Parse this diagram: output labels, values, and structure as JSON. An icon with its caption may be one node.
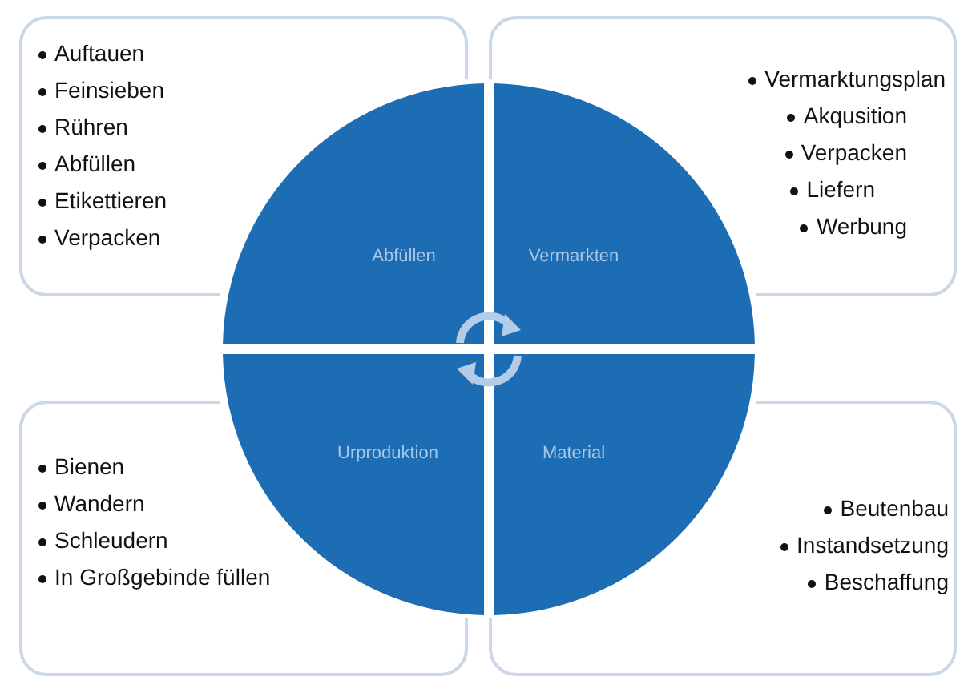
{
  "diagram": {
    "nodes": [
      {
        "text": [
          "Auftauen",
          "Feinsieben",
          "Rühren",
          "Abfüllen",
          "Etikettieren",
          "Verpacken"
        ]
      },
      {
        "text": [
          "Vermarktungsplan",
          "Akqusition",
          "Verpacken",
          "Liefern",
          "Werbung"
        ]
      },
      {
        "text": [
          "Bienen",
          "Wandern",
          "Schleudern",
          "In Großgebinde füllen"
        ]
      },
      {
        "text": [
          "Beutenbau",
          "Instandsetzung",
          "Beschaffung"
        ]
      },
      {
        "text": [
          "Abfüllen"
        ]
      },
      {
        "text": [
          "Vermarkten"
        ]
      },
      {
        "text": [
          "Urproduktion"
        ]
      },
      {
        "text": [
          "Material"
        ]
      }
    ],
    "edges": []
  }
}
